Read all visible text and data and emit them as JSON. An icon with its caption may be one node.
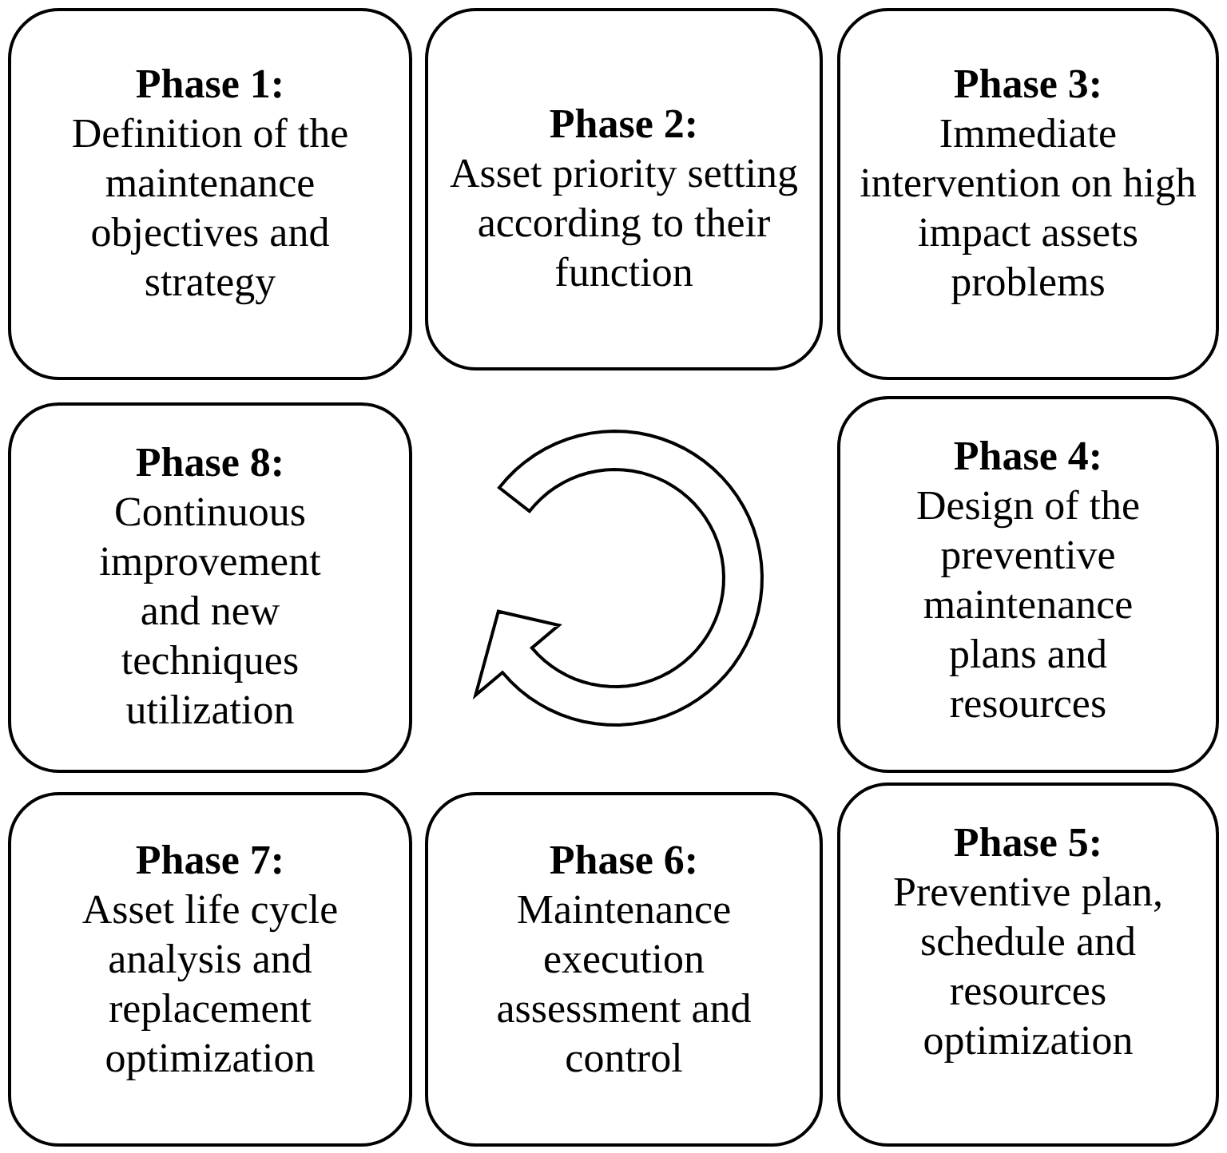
{
  "diagram": {
    "nodes": [
      {
        "text": [
          "Phase 1:",
          "Definition of the maintenance objectives and strategy"
        ]
      },
      {
        "text": [
          "Phase 2:",
          "Asset priority setting according to their function"
        ]
      },
      {
        "text": [
          "Phase 3:",
          "Immediate intervention on high impact assets problems"
        ]
      },
      {
        "text": [
          "Phase 8:",
          "Continuous improvement and new techniques utilization"
        ]
      },
      {
        "text": [
          "Phase 4:",
          "Design of the preventive maintenance plans and resources"
        ]
      },
      {
        "text": [
          "Phase 7:",
          "Asset life cycle analysis and replacement optimization"
        ]
      },
      {
        "text": [
          "Phase 6:",
          "Maintenance execution assessment and control"
        ]
      },
      {
        "text": [
          "Phase 5:",
          "Preventive plan, schedule and resources optimization"
        ]
      }
    ]
  }
}
